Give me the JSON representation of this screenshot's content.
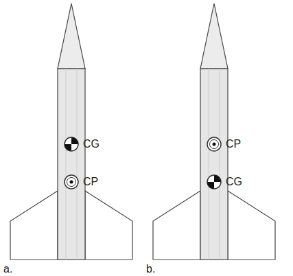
{
  "diagram": {
    "labels": [
      "CG",
      "CP",
      "a.",
      "CP",
      "CG",
      "b."
    ]
  }
}
